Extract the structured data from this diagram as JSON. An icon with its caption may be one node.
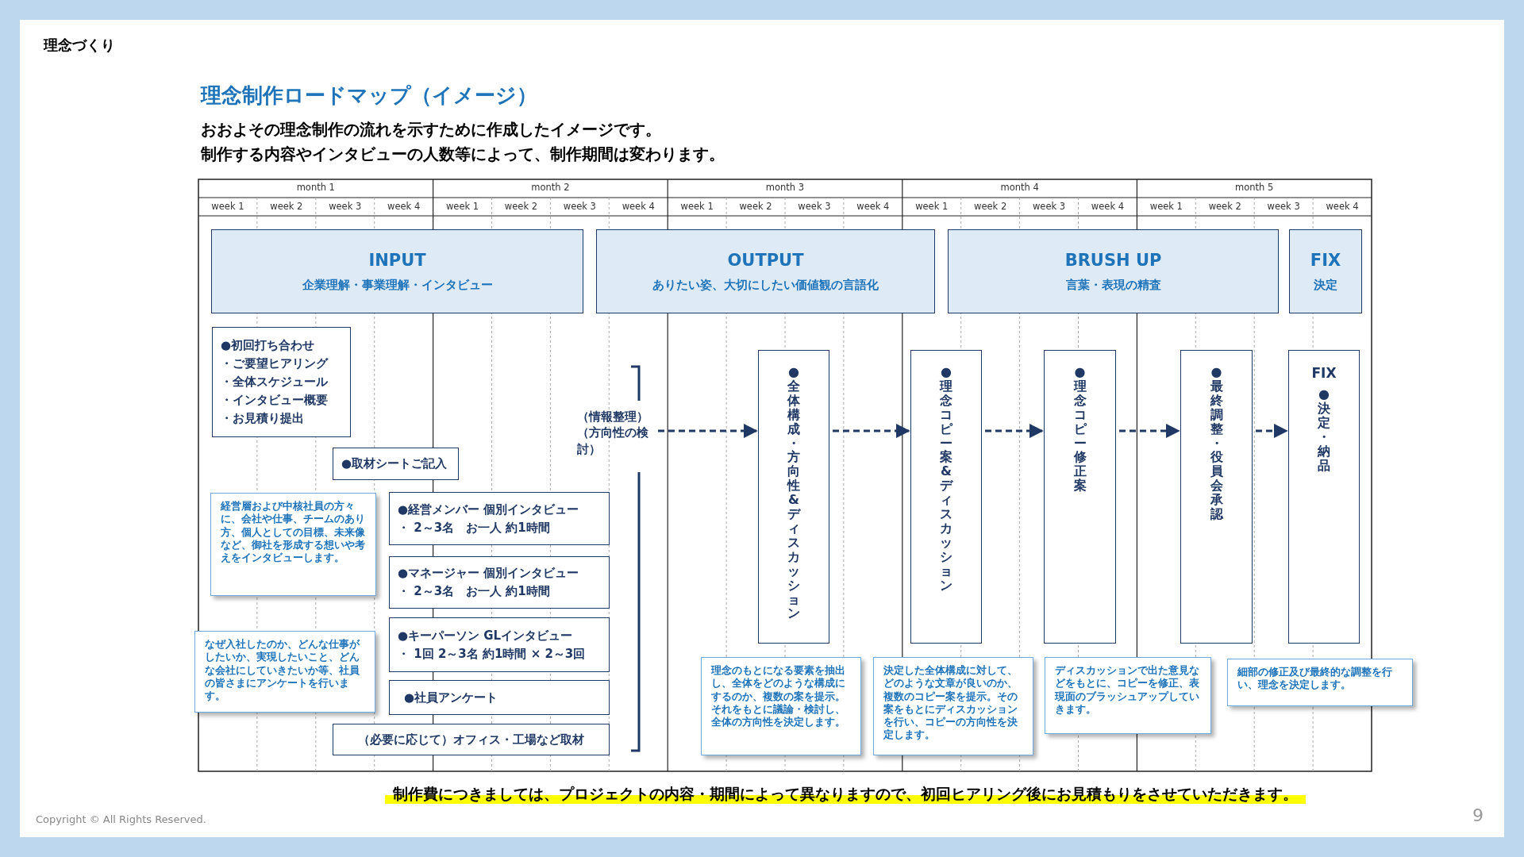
{
  "diagram": {
    "title": "理念制作ロードマップ（イメージ）",
    "nodes": [
      {
        "text": [
          "INPUT",
          "企業理解・事業理解・インタビュー"
        ]
      },
      {
        "text": [
          "OUTPUT",
          "ありたい姿、大切にしたい価値観の言語化"
        ]
      },
      {
        "text": [
          "BRUSH UP",
          "言葉・表現の精査"
        ]
      },
      {
        "text": [
          "FIX",
          "決定"
        ]
      },
      {
        "text": [
          "●初回打ち合わせ",
          "・ご要望ヒアリング",
          "・全体スケジュール",
          "・インタビュー概要",
          "・お見積り提出"
        ]
      },
      {
        "text": [
          "●取材シートご記入"
        ]
      },
      {
        "text": [
          "経営層および中核社員の方々に、会社や仕事、チームのあり方、個人としての目標、未来像など、御社を形成する想いや考えをインタビューします。"
        ]
      },
      {
        "text": [
          "●経営メンバー 個別インタビュー",
          "・ 2～3名　お一人 約1時間"
        ]
      },
      {
        "text": [
          "●マネージャー 個別インタビュー",
          "・ 2～3名　お一人 約1時間"
        ]
      },
      {
        "text": [
          "●キーパーソン GLインタビュー",
          "・ 1回 2～3名 約1時間 × 2～3回"
        ]
      },
      {
        "text": [
          "●社員アンケート"
        ]
      },
      {
        "text": [
          "（必要に応じて）オフィス・工場など取材"
        ]
      },
      {
        "text": [
          "なぜ入社したのか、どんな仕事がしたいか、実現したいこと、どんな会社にしていきたいか等、社員の皆さまにアンケートを行います。"
        ]
      },
      {
        "text": [
          "（情報整理）",
          "（方向性の検討）"
        ]
      },
      {
        "text": [
          "●全体構成・方向性&ディスカッション"
        ]
      },
      {
        "text": [
          "●理念コピー案&ディスカッション"
        ]
      },
      {
        "text": [
          "●理念コピー修正案"
        ]
      },
      {
        "text": [
          "●最終調整・役員会承認"
        ]
      },
      {
        "text": [
          "FIX",
          "●決定・納品"
        ]
      },
      {
        "text": [
          "理念のもとになる要素を抽出し、全体をどのような構成にするのか、複数の案を提示。それをもとに議論・検討し、全体の方向性を決定します。"
        ]
      },
      {
        "text": [
          "決定した全体構成に対して、どのような文章が良いのか、複数のコピー案を提示。その案をもとにディスカッションを行い、コピーの方向性を決定します。"
        ]
      },
      {
        "text": [
          "ディスカッションで出た意見などをもとに、コピーを修正、表現面のブラッシュアップしていきます。"
        ]
      },
      {
        "text": [
          "細部の修正及び最終的な調整を行い、理念を決定します。"
        ]
      }
    ],
    "edges": [
      {
        "from": 13,
        "to": 14,
        "arrow": "to",
        "style": "dashed"
      },
      {
        "from": 14,
        "to": 15,
        "arrow": "to",
        "style": "dashed"
      },
      {
        "from": 15,
        "to": 16,
        "arrow": "to",
        "style": "dashed"
      },
      {
        "from": 16,
        "to": 17,
        "arrow": "to",
        "style": "dashed"
      },
      {
        "from": 17,
        "to": 18,
        "arrow": "to",
        "style": "dashed"
      }
    ],
    "labels": [
      "理念づくり",
      "おおよその理念制作の流れを示すために作成したイメージです。",
      "制作する内容やインタビューの人数等によって、制作期間は変わります。",
      "month 1",
      "month 2",
      "month 3",
      "month 4",
      "month 5",
      "week 1",
      "week 2",
      "week 3",
      "week 4",
      "week 1",
      "week 2",
      "week 3",
      "week 4",
      "week 1",
      "week 2",
      "week 3",
      "week 4",
      "week 1",
      "week 2",
      "week 3",
      "week 4",
      "week 1",
      "week 2",
      "week 3",
      "week 4",
      "制作費につきましては、プロジェクトの内容・期間によって異なりますので、初回ヒアリング後にお見積もりをさせていただきます。",
      "Copyright © All Rights Reserved.",
      "9"
    ]
  }
}
